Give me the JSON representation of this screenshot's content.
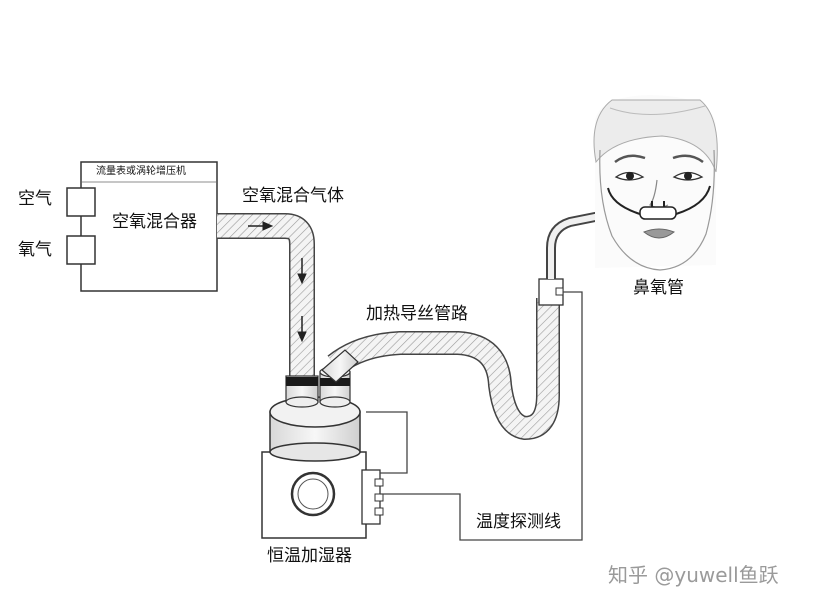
{
  "labels": {
    "air": "空气",
    "oxygen": "氧气",
    "flowmeter": "流量表或涡轮增压机",
    "blender": "空氧混合器",
    "mixed_gas": "空氧混合气体",
    "heated_circuit": "加热导丝管路",
    "nasal_cannula": "鼻氧管",
    "humidifier": "恒温加湿器",
    "temp_probe": "温度探测线"
  },
  "watermark": "知乎 @yuwell鱼跃"
}
